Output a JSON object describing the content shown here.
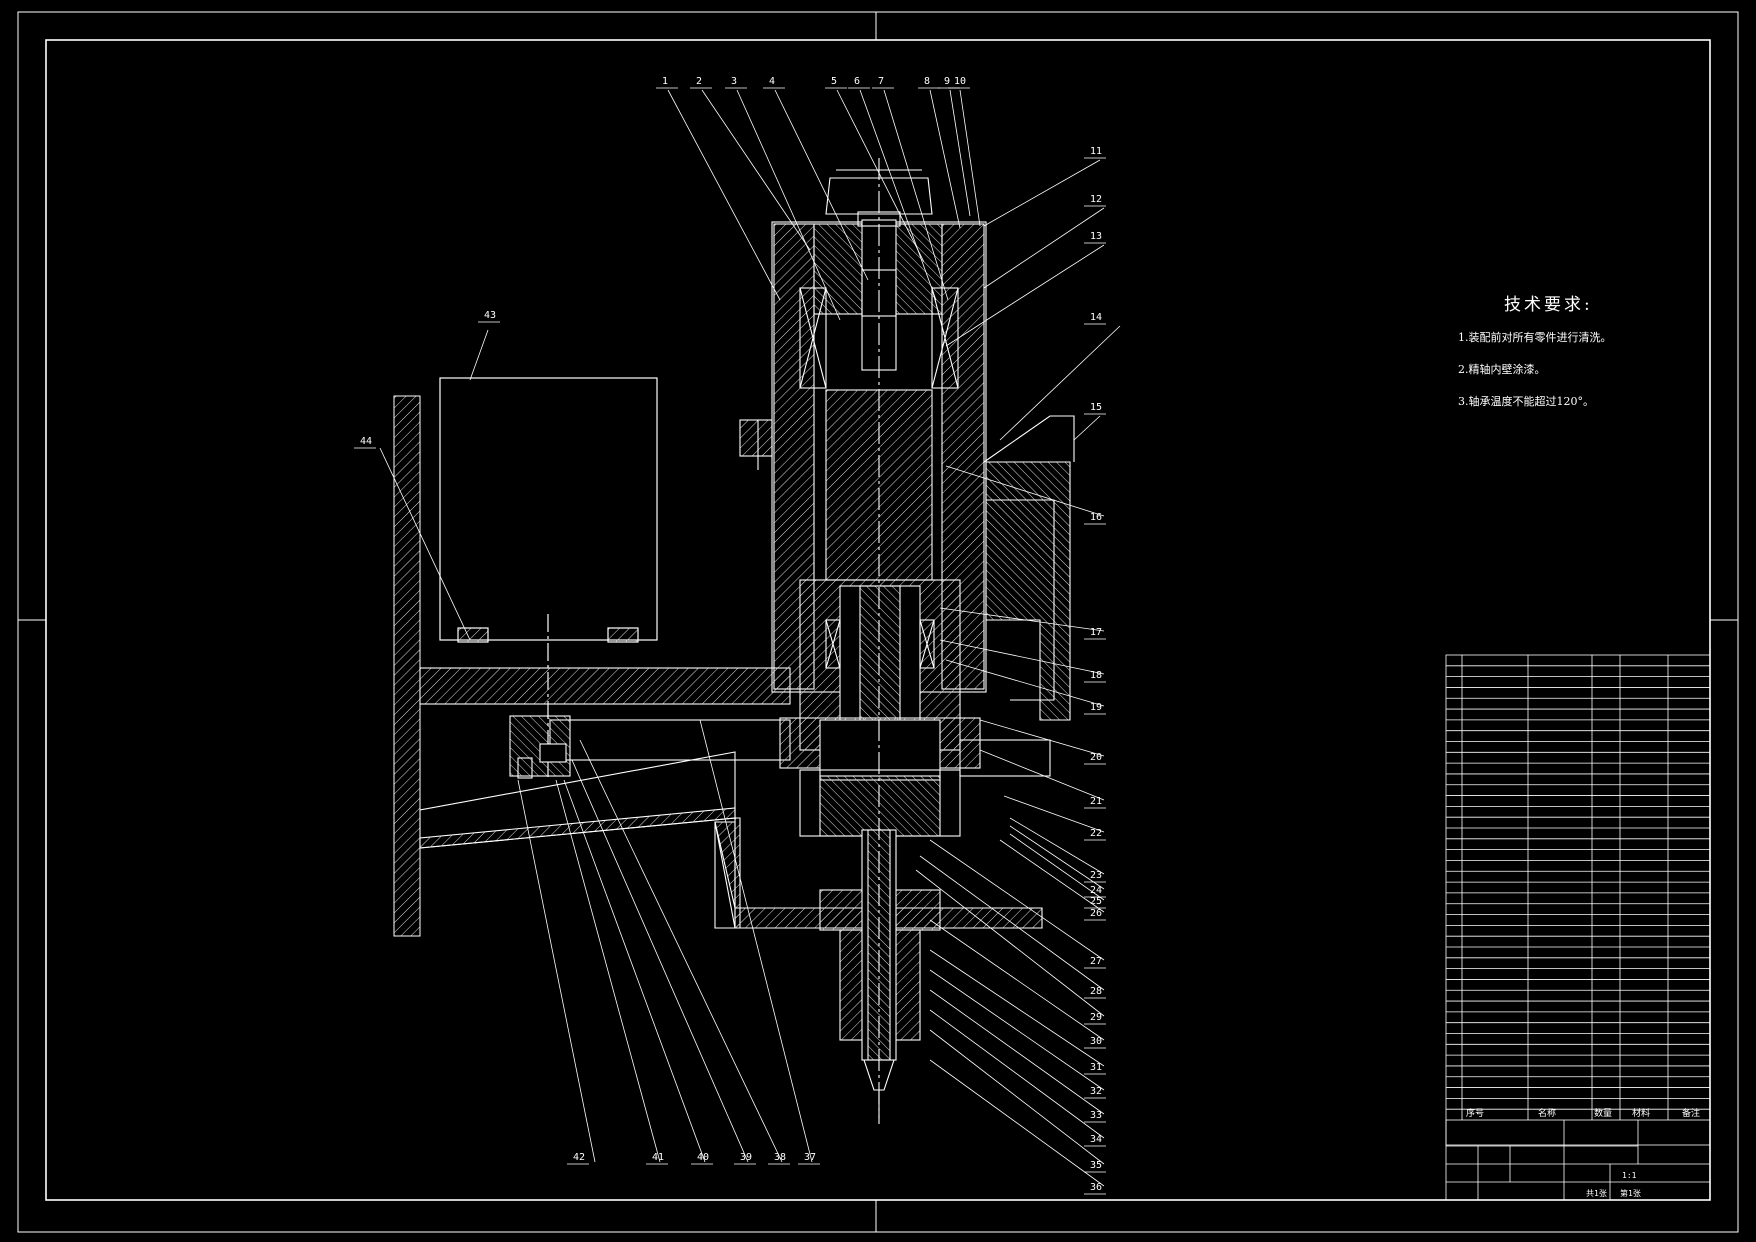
{
  "notes": {
    "title": "技术要求:",
    "lines": [
      "1.装配前对所有零件进行清洗。",
      "2.精轴内壁涂漆。",
      "3.轴承温度不能超过120°。"
    ]
  },
  "balloons_top": [
    "1",
    "2",
    "3",
    "4",
    "5",
    "6",
    "7",
    "8",
    "9",
    "10"
  ],
  "balloons_right": [
    "11",
    "12",
    "13",
    "14",
    "15",
    "16",
    "17",
    "18",
    "19",
    "20",
    "21",
    "22",
    "23",
    "24",
    "25",
    "26",
    "27",
    "28",
    "29",
    "30",
    "31",
    "32",
    "33",
    "34",
    "35",
    "36"
  ],
  "balloons_bottom": [
    "37",
    "38",
    "39",
    "40",
    "41",
    "42"
  ],
  "balloons_left": [
    "43",
    "44"
  ],
  "bom_header": {
    "no": "序号",
    "name": "名称",
    "qty": "数量",
    "material": "材料",
    "remark": "备注"
  },
  "title_block": {
    "scale": "1:1",
    "sheet": "共1张",
    "sheet_of": "第1张"
  }
}
